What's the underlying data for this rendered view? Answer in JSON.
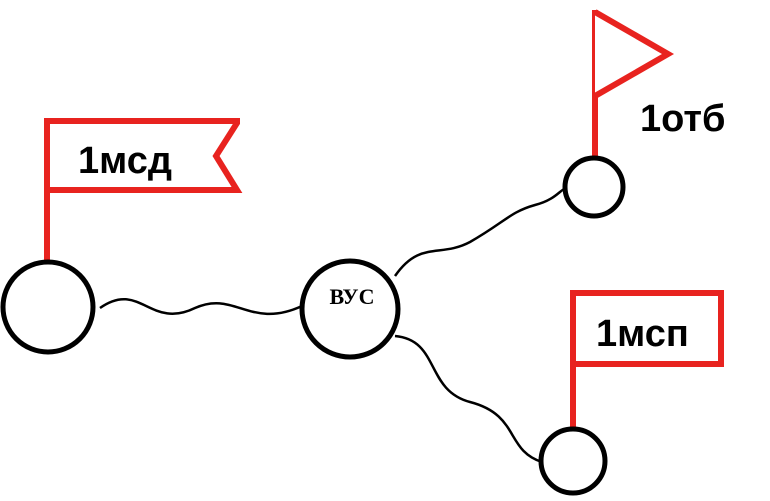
{
  "diagram": {
    "center_node": {
      "label": "ВУС"
    },
    "flags": {
      "left": {
        "label": "1мсд",
        "shape": "swallowtail-banner"
      },
      "top_right": {
        "label": "1отб",
        "shape": "triangular-pennant"
      },
      "bottom_right": {
        "label": "1мсп",
        "shape": "rectangular-banner"
      }
    },
    "colors": {
      "flag": "#e8231f",
      "node_stroke": "#000000",
      "link": "#000000"
    }
  }
}
